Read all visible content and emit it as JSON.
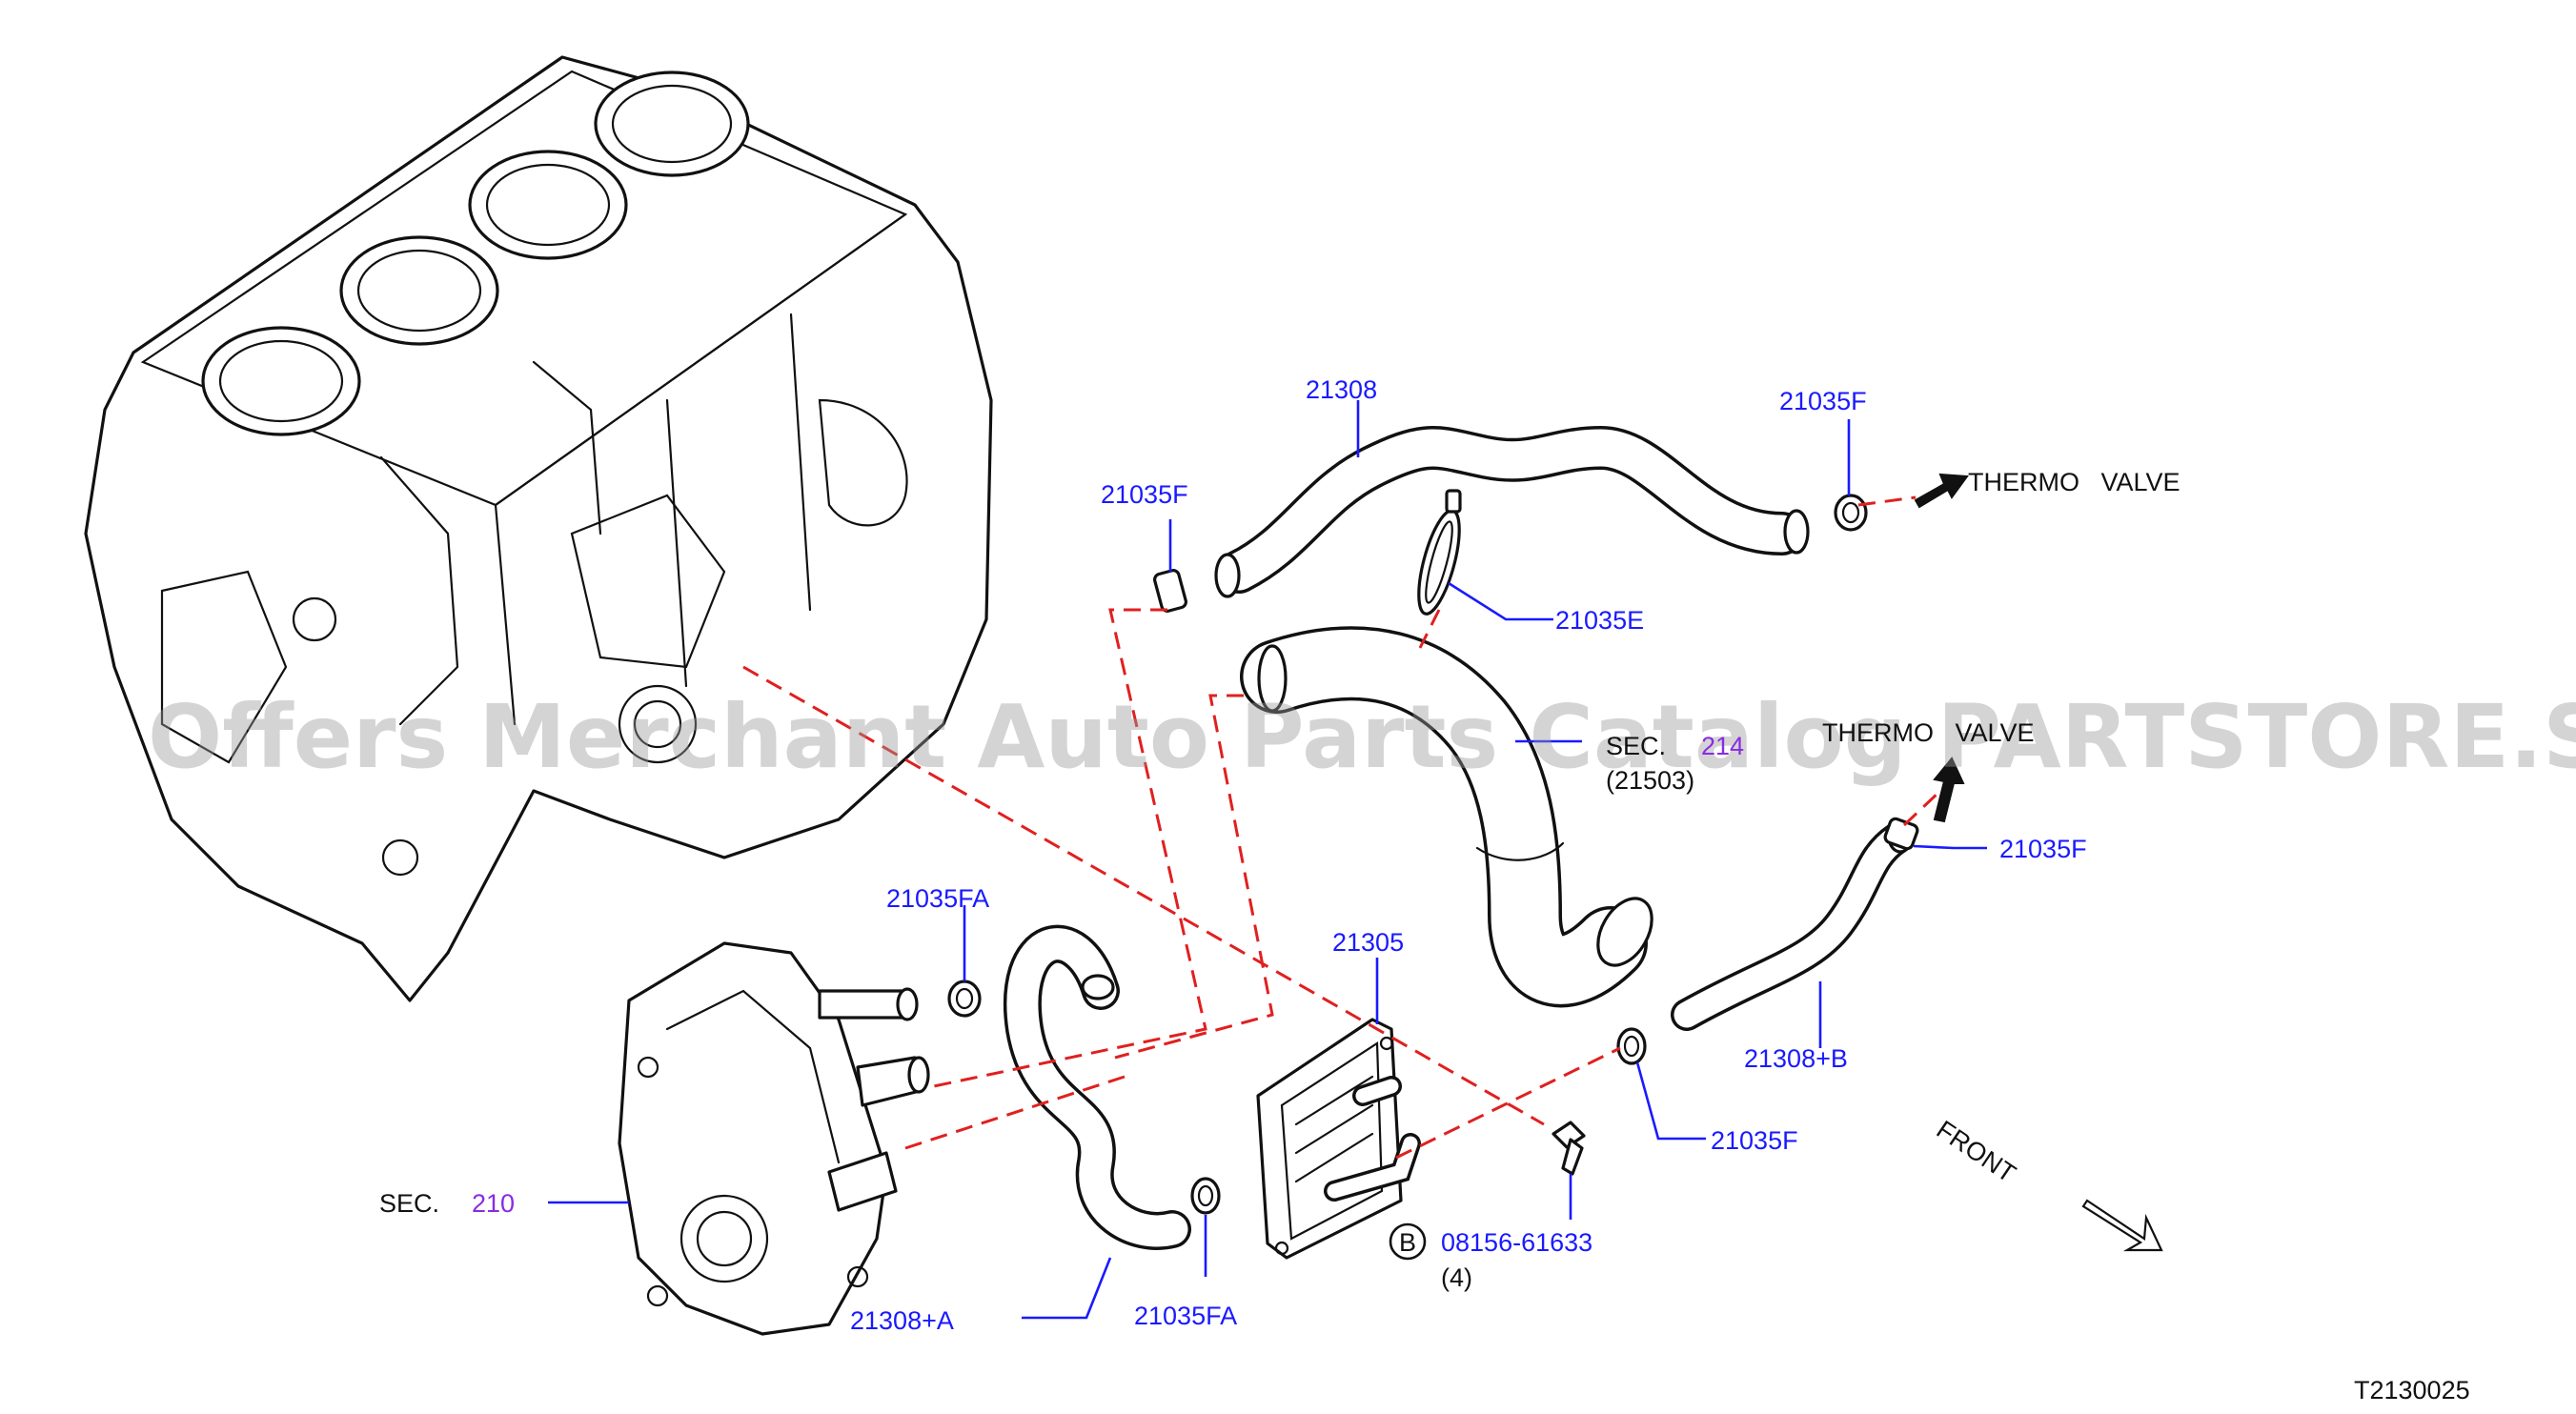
{
  "labels": {
    "p21308": "21308",
    "p21035F_top_left": "21035F",
    "p21035F_top_right": "21035F",
    "thermo_valve_1": "THERMO   VALVE",
    "p21035E": "21035E",
    "sec_prefix": "SEC.",
    "sec_214": "214",
    "sec_21503": "(21503)",
    "thermo_valve_2": "THERMO   VALVE",
    "p21035F_right": "21035F",
    "p21035FA_top": "21035FA",
    "p21305": "21305",
    "p21308B": "21308+B",
    "p21035F_lower": "21035F",
    "sec210_prefix": "SEC.",
    "sec_210": "210",
    "bolt_symbol": "B",
    "p08156": "08156-61633",
    "qty_4": "(4)",
    "p21308A": "21308+A",
    "p21035FA_bottom": "21035FA",
    "front": "FRONT",
    "diagram_code": "T2130025"
  },
  "watermark": "Offers Merchant Auto Parts Catalog PARTSTORE.SA",
  "colors": {
    "callout": "#1a1aff",
    "section_ref": "#8a2be2",
    "connection_line": "#e02020",
    "outline": "#111111"
  }
}
